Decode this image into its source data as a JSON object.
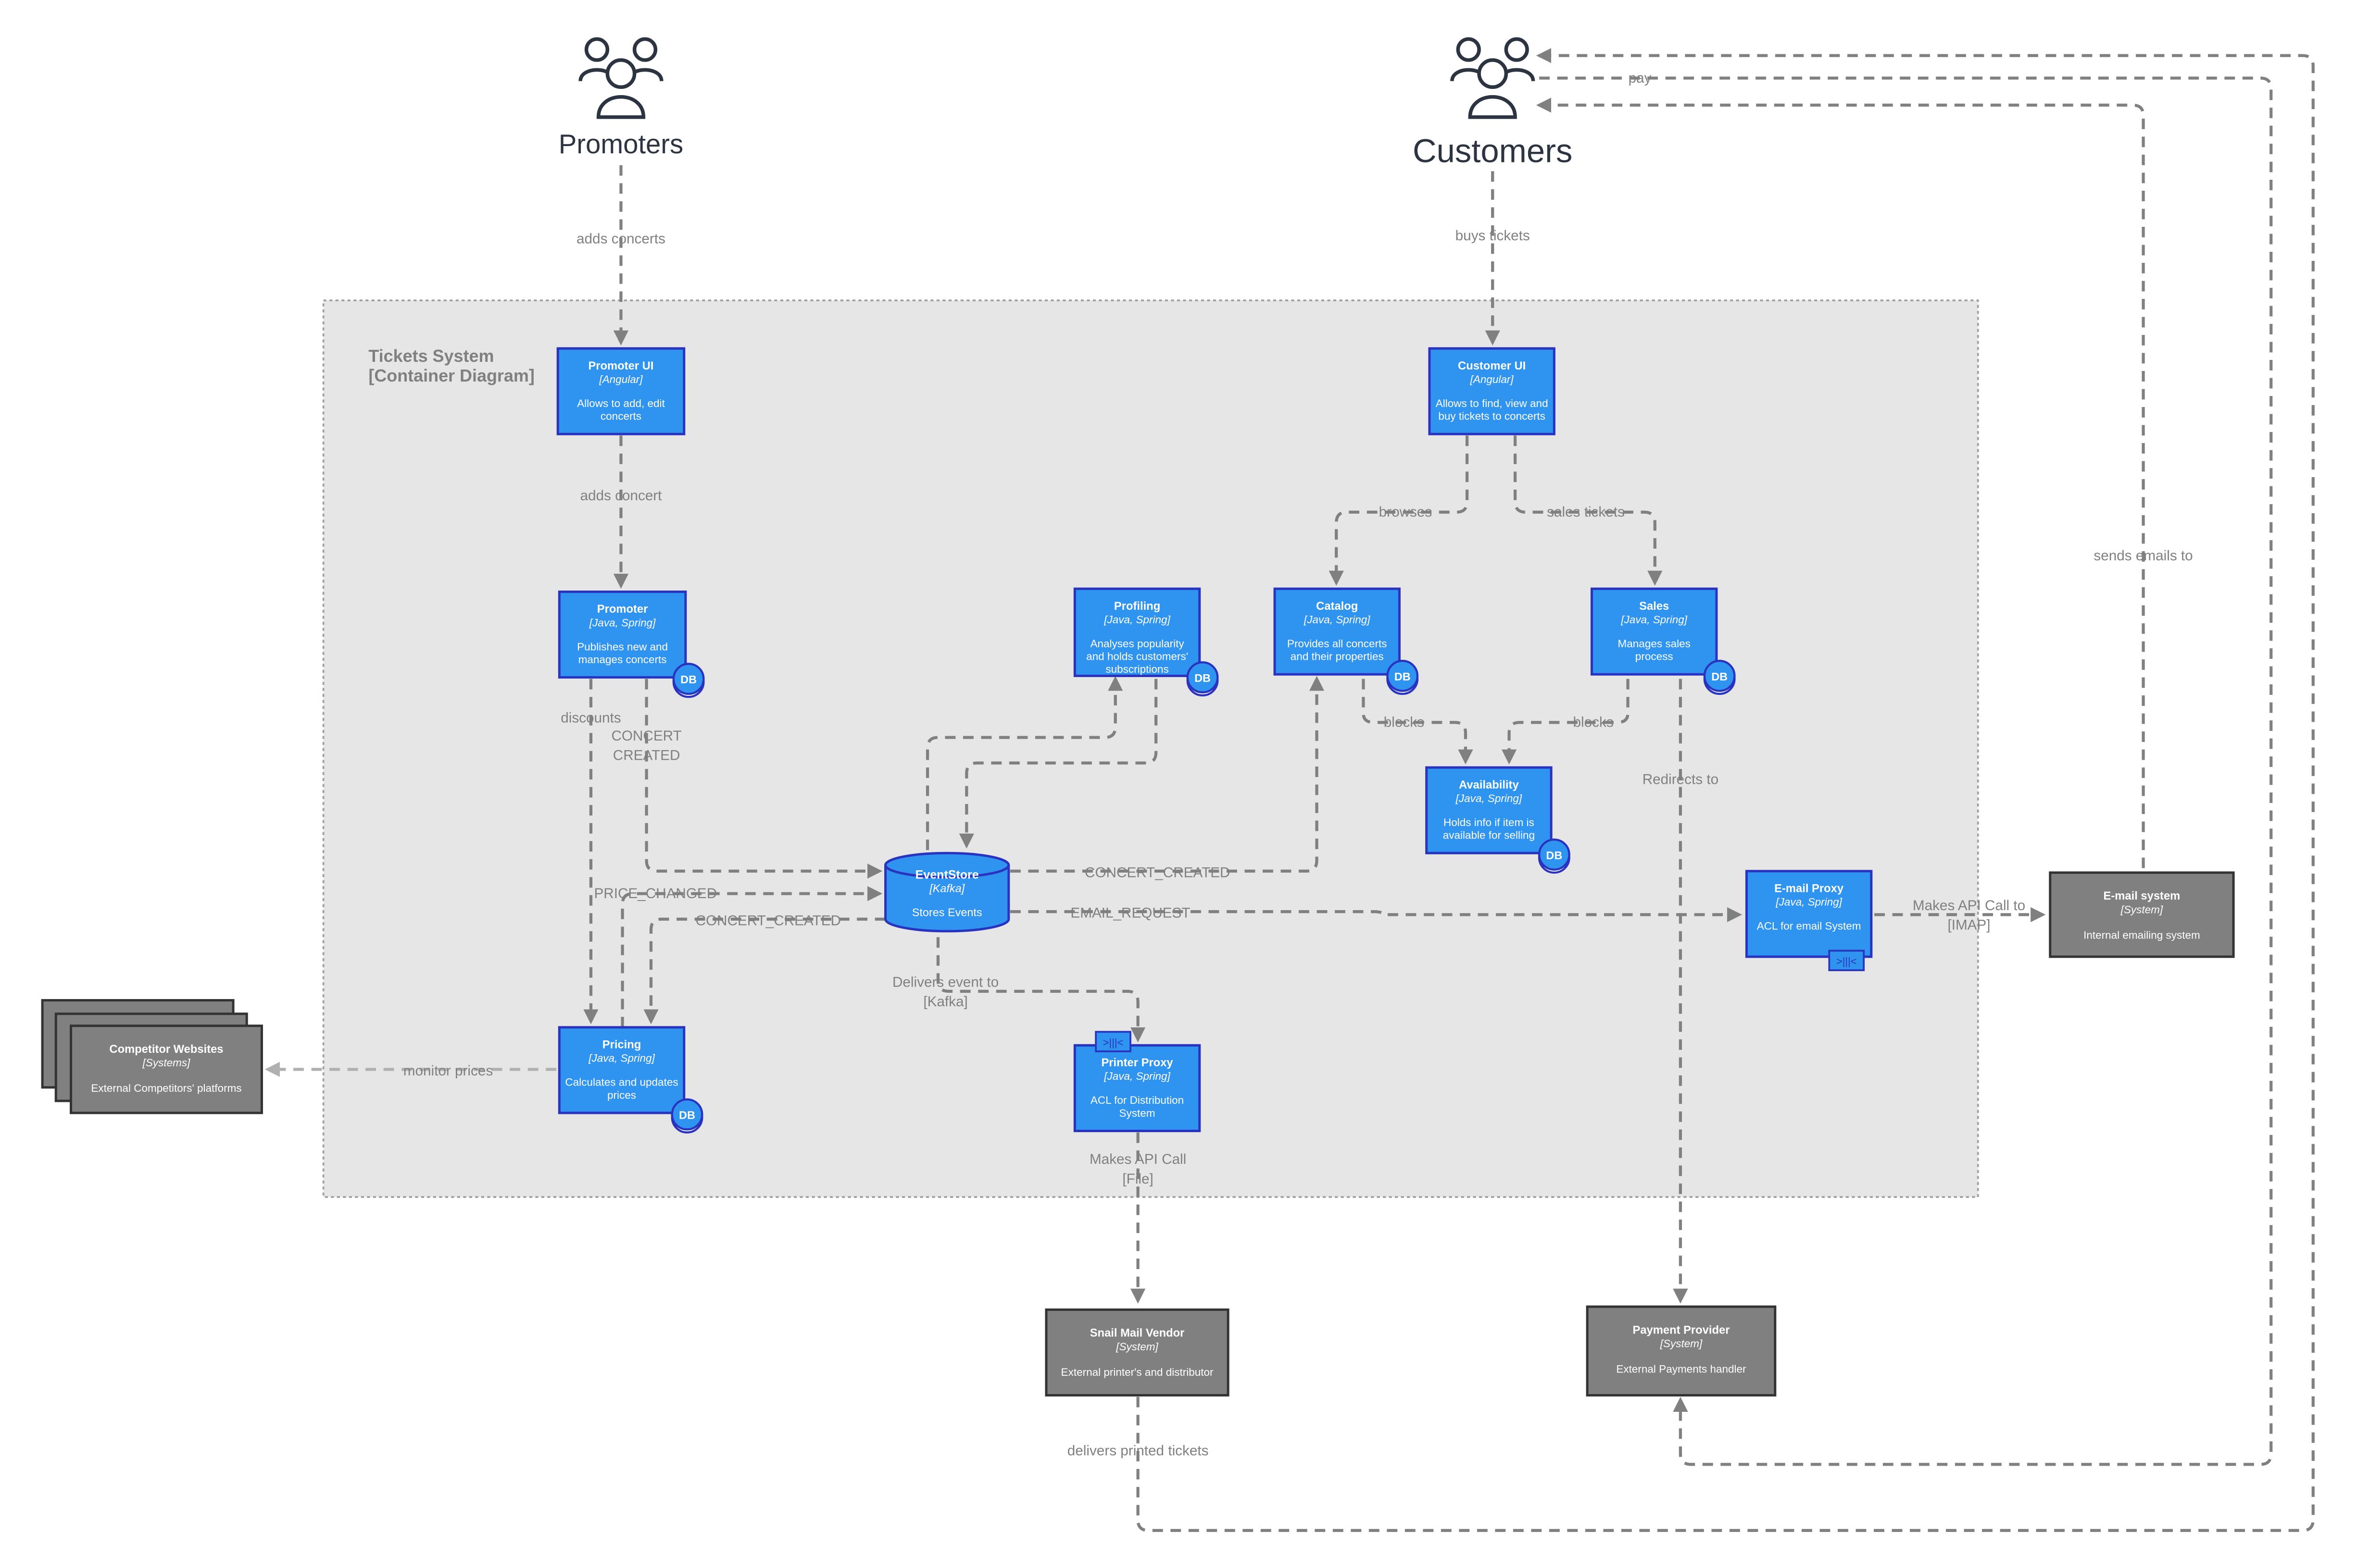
{
  "colors": {
    "container": "#2f93f0",
    "container_border": "#2a33c0",
    "external": "#808080",
    "boundary_fill": "#e6e6e6",
    "boundary_border": "#a0a0a0",
    "edge": "#808080",
    "actor": "#2b3440"
  },
  "actors": [
    {
      "id": "promoters",
      "label": "Promoters",
      "icon": "people-icon"
    },
    {
      "id": "customers",
      "label": "Customers",
      "icon": "people-icon"
    }
  ],
  "boundary": {
    "title": "Tickets System",
    "subtitle": "[Container Diagram]"
  },
  "containers": [
    {
      "id": "promoter-ui",
      "title": "Promoter UI",
      "tech": "[Angular]",
      "desc": [
        "Allows to add, edit",
        "concerts"
      ],
      "db": false
    },
    {
      "id": "customer-ui",
      "title": "Customer UI",
      "tech": "[Angular]",
      "desc": [
        "Allows to find, view and",
        "buy tickets to concerts"
      ],
      "db": false
    },
    {
      "id": "promoter",
      "title": "Promoter",
      "tech": "[Java, Spring]",
      "desc": [
        "Publishes new and",
        "manages concerts"
      ],
      "db": true
    },
    {
      "id": "profiling",
      "title": "Profiling",
      "tech": "[Java, Spring]",
      "desc": [
        "Analyses popularity",
        "and holds customers'",
        "subscriptions"
      ],
      "db": true
    },
    {
      "id": "catalog",
      "title": "Catalog",
      "tech": "[Java, Spring]",
      "desc": [
        "Provides all concerts",
        "and their properties"
      ],
      "db": true
    },
    {
      "id": "sales",
      "title": "Sales",
      "tech": "[Java, Spring]",
      "desc": [
        "Manages sales",
        "process"
      ],
      "db": true
    },
    {
      "id": "availability",
      "title": "Availability",
      "tech": "[Java, Spring]",
      "desc": [
        "Holds info if item is",
        "available for selling"
      ],
      "db": true
    },
    {
      "id": "email-proxy",
      "title": "E-mail Proxy",
      "tech": "[Java, Spring]",
      "desc": [
        "ACL for email System"
      ],
      "db": false
    },
    {
      "id": "pricing",
      "title": "Pricing",
      "tech": "[Java, Spring]",
      "desc": [
        "Calculates and updates",
        "prices"
      ],
      "db": true
    },
    {
      "id": "printer-proxy",
      "title": "Printer Proxy",
      "tech": "[Java, Spring]",
      "desc": [
        "ACL for Distribution",
        "System"
      ],
      "db": false
    }
  ],
  "eventstore": {
    "title": "EventStore",
    "tech": "[Kafka]",
    "desc": "Stores Events"
  },
  "externals": [
    {
      "id": "email-system",
      "title": "E-mail system",
      "tech": "[System]",
      "desc": "Internal emailing system"
    },
    {
      "id": "competitor",
      "title": "Competitor Websites",
      "tech": "[Systems]",
      "desc": "External Competitors' platforms"
    },
    {
      "id": "snail-mail",
      "title": "Snail Mail Vendor",
      "tech": "[System]",
      "desc": "External printer's and distributor"
    },
    {
      "id": "payment",
      "title": "Payment Provider",
      "tech": "[System]",
      "desc": "External Payments handler"
    }
  ],
  "db_badge": "DB",
  "adapter_badge": ">|||<",
  "edge_labels": {
    "adds_concerts": "adds concerts",
    "buys_tickets": "buys tickets",
    "adds_concert": "adds concert",
    "browses": "browses",
    "sales_tickets": "sales tickets",
    "discounts": "discounts",
    "concert_created_l1": "CONCERT",
    "concert_created_l2": "CREATED",
    "blocks_1": "blocks",
    "blocks_2": "blocks",
    "redirects_to": "Redirects to",
    "concert_created_catalog": "CONCERT_CREATED",
    "price_changed": "PRICE_CHANGED",
    "concert_created_pricing": "CONCERT_CREATED",
    "email_request": "EMAIL_REQUEST",
    "makes_api_call_imap_l1": "Makes API Call to",
    "makes_api_call_imap_l2": "[IMAP]",
    "delivers_event_l1": "Delivers event to",
    "delivers_event_l2": "[Kafka]",
    "monitor_prices": "monitor prices",
    "makes_api_call_file_l1": "Makes API Call",
    "makes_api_call_file_l2": "[File]",
    "delivers_printed": "delivers printed tickets",
    "sends_emails": "sends emails to",
    "pay": "pay"
  }
}
